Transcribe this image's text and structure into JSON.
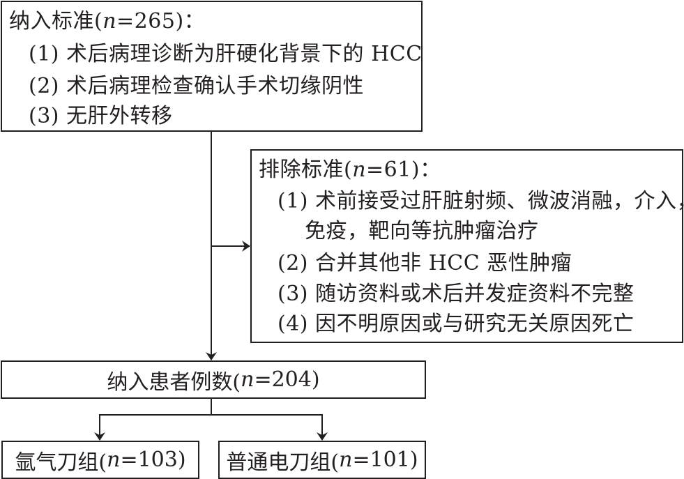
{
  "inclusion": {
    "title_prefix": "纳入标准(",
    "n_label": "n",
    "n_value": "=265",
    "title_suffix": ")：",
    "items": [
      {
        "num": "(1)",
        "text": "术后病理诊断为肝硬化背景下的 HCC"
      },
      {
        "num": "(2)",
        "text": "术后病理检查确认手术切缘阴性"
      },
      {
        "num": "(3)",
        "text": "无肝外转移"
      }
    ]
  },
  "exclusion": {
    "title_prefix": "排除标准(",
    "n_label": "n",
    "n_value": "=61",
    "title_suffix": ")：",
    "items": [
      {
        "num": "(1)",
        "text": "术前接受过肝脏射频、微波消融，介入，",
        "cont": "免疫，靶向等抗肿瘤治疗"
      },
      {
        "num": "(2)",
        "text": "合并其他非 HCC 恶性肿瘤"
      },
      {
        "num": "(3)",
        "text": "随访资料或术后并发症资料不完整"
      },
      {
        "num": "(4)",
        "text": "因不明原因或与研究无关原因死亡"
      }
    ]
  },
  "enrolled": {
    "prefix": "纳入患者例数(",
    "n_label": "n",
    "n_value": "=204",
    "suffix": ")"
  },
  "groups": [
    {
      "prefix": "氩气刀组(",
      "n_label": "n",
      "n_value": "=103",
      "suffix": ")"
    },
    {
      "prefix": "普通电刀组(",
      "n_label": "n",
      "n_value": "=101",
      "suffix": ")"
    }
  ],
  "colors": {
    "stroke": "#231f20",
    "background": "#ffffff"
  }
}
